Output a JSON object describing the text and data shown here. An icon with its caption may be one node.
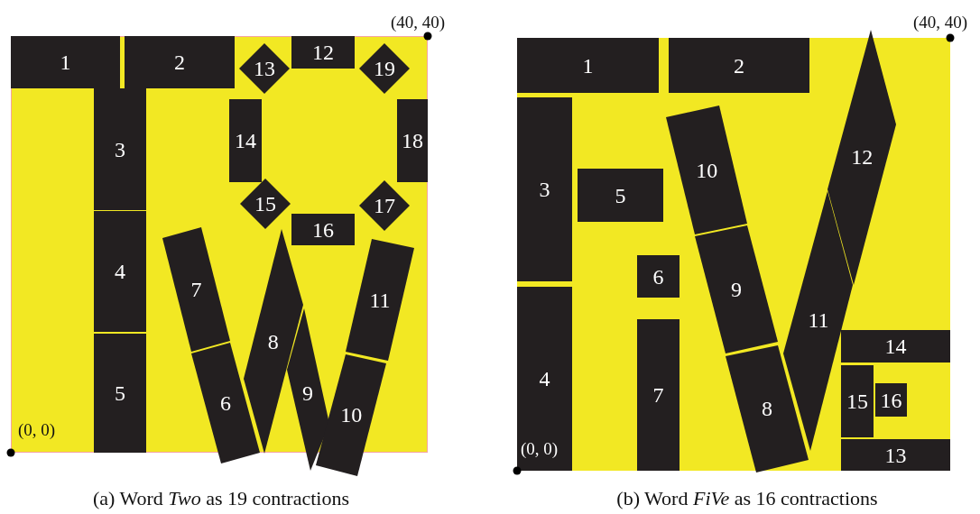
{
  "diagram": {
    "nodes": [
      {
        "text": [],
        "shape": "box"
      },
      {
        "text": [
          "1"
        ],
        "in": 0
      },
      {
        "text": [
          "2"
        ],
        "in": 0
      },
      {
        "text": [
          "3"
        ],
        "in": 0
      },
      {
        "text": [
          "4"
        ],
        "in": 0
      },
      {
        "text": [
          "5"
        ],
        "in": 0
      },
      {
        "text": [
          "12"
        ],
        "in": 0
      },
      {
        "text": [
          "13"
        ],
        "in": 0
      },
      {
        "text": [
          "19"
        ],
        "in": 0
      },
      {
        "text": [
          "14"
        ],
        "in": 0
      },
      {
        "text": [
          "18"
        ],
        "in": 0
      },
      {
        "text": [
          "15"
        ],
        "in": 0
      },
      {
        "text": [
          "16"
        ],
        "in": 0
      },
      {
        "text": [
          "17"
        ],
        "in": 0
      },
      {
        "text": [
          "7"
        ],
        "in": 0
      },
      {
        "text": [
          "11"
        ],
        "in": 0
      },
      {
        "text": [
          "8"
        ],
        "in": 0
      },
      {
        "text": [
          "9"
        ],
        "in": 0
      },
      {
        "text": [
          "6"
        ],
        "in": 0
      },
      {
        "text": [
          "10"
        ],
        "in": 0
      },
      {
        "text": [],
        "shape": "box"
      },
      {
        "text": [
          "1"
        ],
        "in": 20
      },
      {
        "text": [
          "2"
        ],
        "in": 20
      },
      {
        "text": [
          "12"
        ],
        "in": 20
      },
      {
        "text": [
          "3"
        ],
        "in": 20
      },
      {
        "text": [
          "10"
        ],
        "in": 20
      },
      {
        "text": [
          "5"
        ],
        "in": 20
      },
      {
        "text": [
          "6"
        ],
        "in": 20
      },
      {
        "text": [
          "9"
        ],
        "in": 20
      },
      {
        "text": [
          "11"
        ],
        "in": 20
      },
      {
        "text": [
          "14"
        ],
        "in": 20
      },
      {
        "text": [
          "7"
        ],
        "in": 20
      },
      {
        "text": [
          "4"
        ],
        "in": 20
      },
      {
        "text": [
          "15"
        ],
        "in": 20
      },
      {
        "text": [
          "16"
        ],
        "in": 20
      },
      {
        "text": [
          "8"
        ],
        "in": 20
      },
      {
        "text": [
          "13"
        ],
        "in": 20
      }
    ],
    "labels": [
      "(40, 40)",
      "(0, 0)",
      "(40, 40)",
      "(0, 0)",
      "(a) Word *Two* as 19 contractions",
      "(b) Word *FiVe* as 16 contractions"
    ]
  }
}
